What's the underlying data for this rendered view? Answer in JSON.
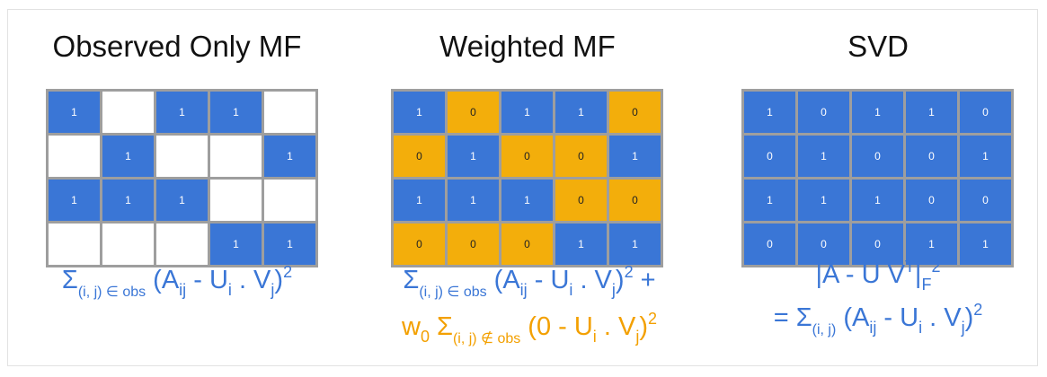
{
  "colors": {
    "blue": "#3a76d6",
    "orange": "#f3ae0b",
    "white": "#ffffff",
    "grid": "#9e9e9e"
  },
  "panels": [
    {
      "title": "Observed Only MF",
      "cells": [
        [
          "1",
          "",
          "1",
          "1",
          ""
        ],
        [
          "",
          "1",
          "",
          "",
          "1"
        ],
        [
          "1",
          "1",
          "1",
          "",
          ""
        ],
        [
          "",
          "",
          "",
          "1",
          "1"
        ]
      ]
    },
    {
      "title": "Weighted MF",
      "cells": [
        [
          "1",
          "0",
          "1",
          "1",
          "0"
        ],
        [
          "0",
          "1",
          "0",
          "0",
          "1"
        ],
        [
          "1",
          "1",
          "1",
          "0",
          "0"
        ],
        [
          "0",
          "0",
          "0",
          "1",
          "1"
        ]
      ]
    },
    {
      "title": "SVD",
      "cells": [
        [
          "1",
          "0",
          "1",
          "1",
          "0"
        ],
        [
          "0",
          "1",
          "0",
          "0",
          "1"
        ],
        [
          "1",
          "1",
          "1",
          "0",
          "0"
        ],
        [
          "0",
          "0",
          "0",
          "1",
          "1"
        ]
      ]
    }
  ],
  "formulas": {
    "sigma": "Σ",
    "obs_sub": "(i, j) ∈ obs",
    "not_obs_sub": "(i, j) ∉ obs",
    "ij_sub": "(i, j)",
    "A_open": "(A",
    "ij": "ij",
    "minus_U": " - U",
    "i": "i",
    "dot_V": " . V",
    "j": "j",
    "close": ")",
    "sq": "2",
    "plus": " +",
    "w": "w",
    "w_sub": "0",
    "zero_open": "(0 - U",
    "norm_open": "|A - U V",
    "T": "T",
    "norm_close": "|",
    "F": "F",
    "equals": "= "
  }
}
